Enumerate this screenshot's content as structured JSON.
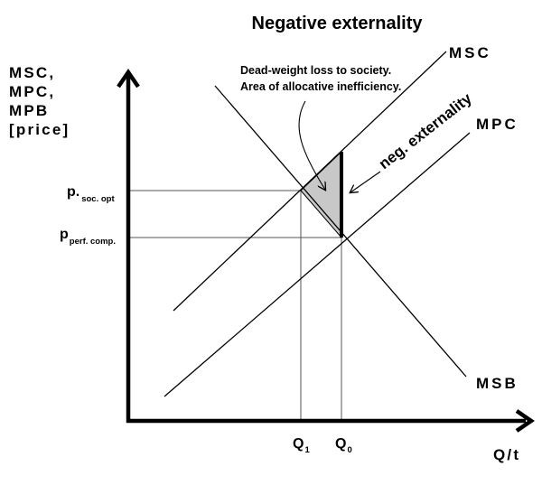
{
  "diagram": {
    "title": "Negative externality",
    "y_axis_label": [
      "MSC,",
      "MPC,",
      "MPB",
      "[price]"
    ],
    "x_axis_label": "Q/t",
    "curves": {
      "msc": "MSC",
      "mpc": "MPC",
      "msb": "MSB"
    },
    "price_labels": {
      "soc_opt_main": "p.",
      "soc_opt_sub": "soc. opt",
      "perf_comp_main": "p",
      "perf_comp_sub": "perf. comp."
    },
    "quantity_labels": {
      "q1_main": "Q",
      "q1_sub": "1",
      "q0_main": "Q",
      "q0_sub": "0"
    },
    "annotations": {
      "dwl_line1": "Dead-weight loss to society.",
      "dwl_line2": "Area of allocative inefficiency.",
      "externality": "neg. externality"
    },
    "colors": {
      "line": "#000000",
      "guide": "#555555",
      "dwl_fill": "#c8c8c8"
    }
  }
}
